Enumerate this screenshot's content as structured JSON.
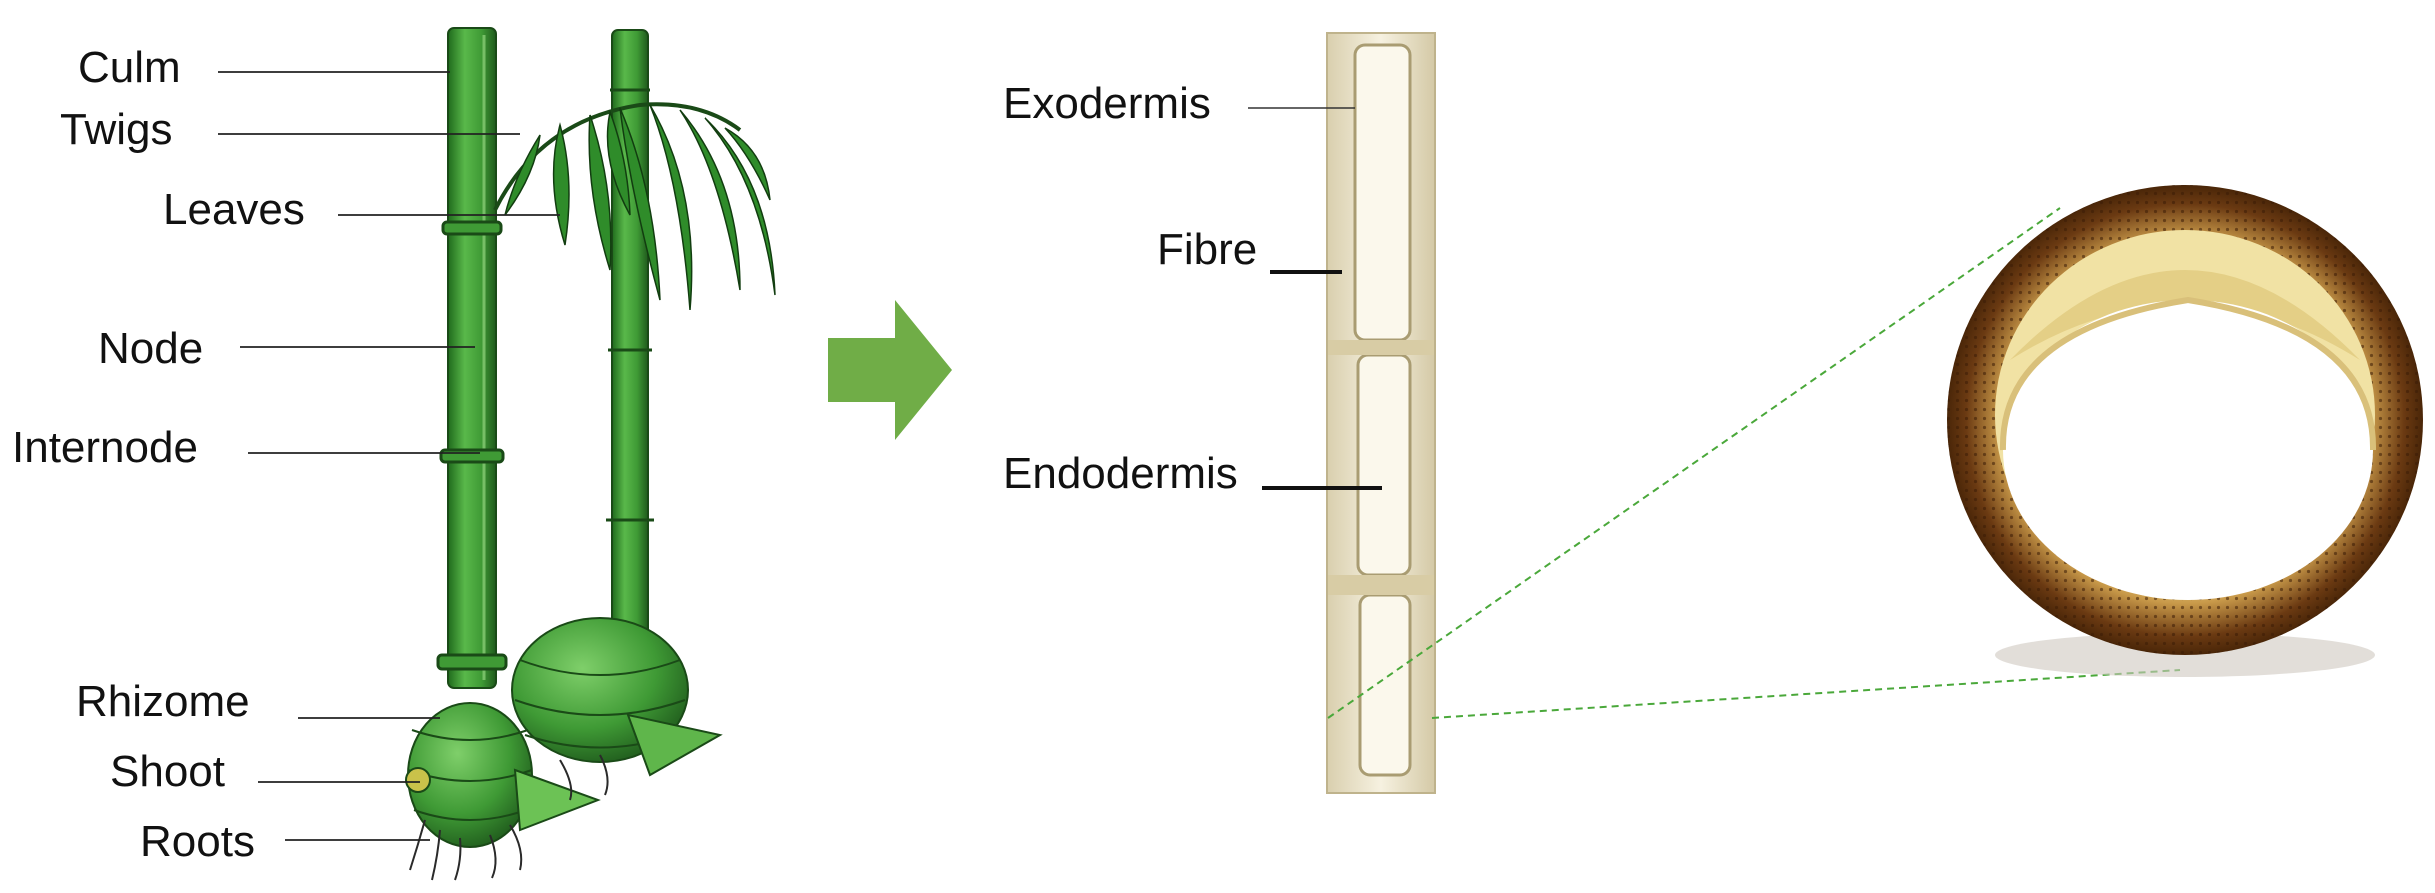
{
  "plant_labels": {
    "culm": "Culm",
    "twigs": "Twigs",
    "leaves": "Leaves",
    "node": "Node",
    "internode": "Internode",
    "rhizome": "Rhizome",
    "shoot": "Shoot",
    "roots": "Roots"
  },
  "section_labels": {
    "exodermis": "Exodermis",
    "fibre": "Fibre",
    "endodermis": "Endodermis"
  },
  "colors": {
    "plant_green": "#3f9a35",
    "plant_dark": "#1f5a1c",
    "arrow_green": "#70ad47",
    "culm_cream": "#efe8d2",
    "ring_brown": "#7a4a1c",
    "zoom_line": "#4aa83a"
  }
}
